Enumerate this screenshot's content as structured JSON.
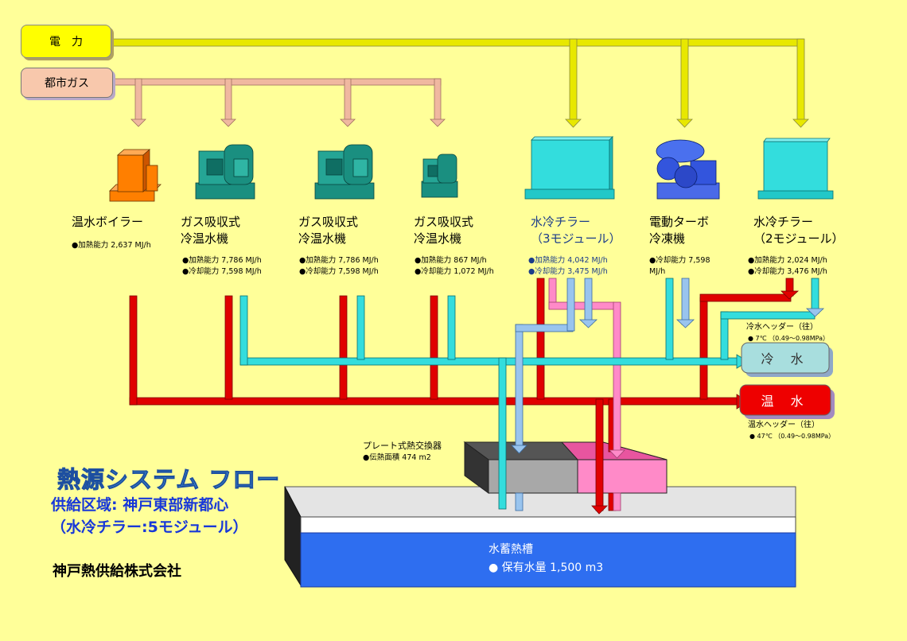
{
  "sources": {
    "electric": "電　力",
    "gas": "都市ガス"
  },
  "equipment": [
    {
      "name_line1": "温水ボイラー",
      "name_line2": "",
      "spec1": "●加熱能力  2,637 MJ/h",
      "spec2": ""
    },
    {
      "name_line1": "ガス吸収式",
      "name_line2": "冷温水機",
      "spec1": "●加熱能力 7,786 MJ/h",
      "spec2": "●冷却能力 7,598 MJ/h"
    },
    {
      "name_line1": "ガス吸収式",
      "name_line2": "冷温水機",
      "spec1": "●加熱能力 7,786 MJ/h",
      "spec2": "●冷却能力 7,598 MJ/h"
    },
    {
      "name_line1": "ガス吸収式",
      "name_line2": "冷温水機",
      "spec1": "●加熱能力     867 MJ/h",
      "spec2": "●冷却能力 1,072 MJ/h"
    },
    {
      "name_line1": "水冷チラー",
      "name_line2": "（3モジュール）",
      "spec1": "●加熱能力  4,042 MJ/h",
      "spec2": "●冷却能力  3,475 MJ/h"
    },
    {
      "name_line1": "電動ターボ",
      "name_line2": "冷凍機",
      "spec1": "●冷却能力  7,598",
      "spec2": "MJ/h"
    },
    {
      "name_line1": "水冷チラー",
      "name_line2": "（2モジュール）",
      "spec1": "●加熱能力  2,024 MJ/h",
      "spec2": "●冷却能力  3,476 MJ/h"
    }
  ],
  "headers": {
    "cold_label": "冷 水",
    "hot_label": "温 水",
    "cold_header_name": "冷水ヘッダー（往）",
    "cold_header_spec": "●  7℃ （0.49～0.98MPa）",
    "hot_header_name": "温水ヘッダー（往）",
    "hot_header_spec": "●  47℃ （0.49～0.98MPa）"
  },
  "heat_exchanger": {
    "name": "プレート式熱交換器",
    "spec": "●伝熱面積  474 m2"
  },
  "tank": {
    "name": "水蓄熱槽",
    "spec": "●  保有水量  1,500 m3"
  },
  "title": "熱源システム フロー",
  "area_line1": "供給区域:  神戸東部新都心",
  "area_line2": "（水冷チラー:5モジュール）",
  "company": "神戸熱供給株式会社",
  "colors": {
    "background": "#ffff99",
    "electric": "#e8e800",
    "gas": "#f0b8a0",
    "hot": "#e00000",
    "cold": "#33dddd",
    "chiller": "#33dddd",
    "absorber": "#1a8f80",
    "boiler": "#ff7f00",
    "turbo": "#3355dd"
  }
}
